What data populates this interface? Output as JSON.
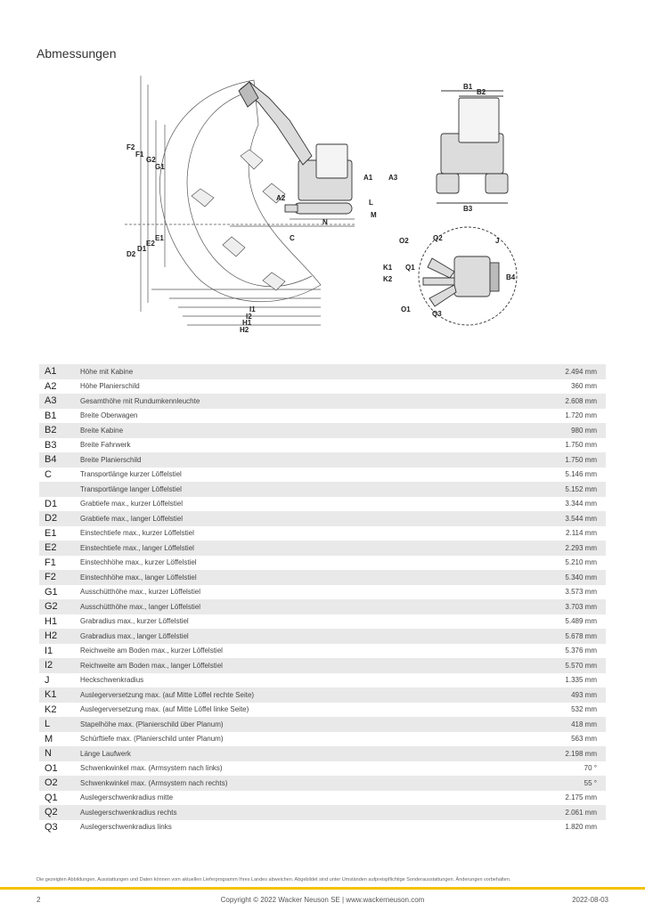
{
  "page_title": "Abmessungen",
  "diagram_labels": {
    "a1": "A1",
    "a2": "A2",
    "a3": "A3",
    "b1": "B1",
    "b2": "B2",
    "b3": "B3",
    "b4": "B4",
    "c": "C",
    "d1": "D1",
    "d2": "D2",
    "e1": "E1",
    "e2": "E2",
    "f1": "F1",
    "f2": "F2",
    "g1": "G1",
    "g2": "G2",
    "h1": "H1",
    "h2": "H2",
    "i1": "I1",
    "i2": "I2",
    "j": "J",
    "k1": "K1",
    "k2": "K2",
    "l": "L",
    "m": "M",
    "n": "N",
    "o1": "O1",
    "o2": "O2",
    "q1": "Q1",
    "q2": "Q2",
    "q3": "Q3"
  },
  "specs": [
    {
      "code": "A1",
      "label": "Höhe mit Kabine",
      "value": "2.494 mm"
    },
    {
      "code": "A2",
      "label": "Höhe Planierschild",
      "value": "360 mm"
    },
    {
      "code": "A3",
      "label": "Gesamthöhe mit Rundumkennleuchte",
      "value": "2.608 mm"
    },
    {
      "code": "B1",
      "label": "Breite Oberwagen",
      "value": "1.720 mm"
    },
    {
      "code": "B2",
      "label": "Breite Kabine",
      "value": "980 mm"
    },
    {
      "code": "B3",
      "label": "Breite Fahrwerk",
      "value": "1.750 mm"
    },
    {
      "code": "B4",
      "label": "Breite Planierschild",
      "value": "1.750 mm"
    },
    {
      "code": "C",
      "label": "Transportlänge kurzer Löffelstiel",
      "value": "5.146 mm"
    },
    {
      "code": "",
      "label": "Transportlänge langer Löffelstiel",
      "value": "5.152 mm"
    },
    {
      "code": "D1",
      "label": "Grabtiefe max., kurzer Löffelstiel",
      "value": "3.344 mm"
    },
    {
      "code": "D2",
      "label": "Grabtiefe max., langer Löffelstiel",
      "value": "3.544 mm"
    },
    {
      "code": "E1",
      "label": "Einstechtiefe max., kurzer Löffelstiel",
      "value": "2.114 mm"
    },
    {
      "code": "E2",
      "label": "Einstechtiefe max., langer Löffelstiel",
      "value": "2.293 mm"
    },
    {
      "code": "F1",
      "label": "Einstechhöhe max., kurzer Löffelstiel",
      "value": "5.210 mm"
    },
    {
      "code": "F2",
      "label": "Einstechhöhe max., langer Löffelstiel",
      "value": "5.340 mm"
    },
    {
      "code": "G1",
      "label": "Ausschütthöhe max., kurzer Löffelstiel",
      "value": "3.573 mm"
    },
    {
      "code": "G2",
      "label": "Ausschütthöhe max., langer Löffelstiel",
      "value": "3.703 mm"
    },
    {
      "code": "H1",
      "label": "Grabradius max., kurzer Löffelstiel",
      "value": "5.489 mm"
    },
    {
      "code": "H2",
      "label": "Grabradius max., langer Löffelstiel",
      "value": "5.678 mm"
    },
    {
      "code": "I1",
      "label": "Reichweite am Boden max., kurzer Löffelstiel",
      "value": "5.376 mm"
    },
    {
      "code": "I2",
      "label": "Reichweite am Boden max., langer Löffelstiel",
      "value": "5.570 mm"
    },
    {
      "code": "J",
      "label": "Heckschwenkradius",
      "value": "1.335 mm"
    },
    {
      "code": "K1",
      "label": "Auslegerversetzung max. (auf Mitte Löffel rechte Seite)",
      "value": "493 mm"
    },
    {
      "code": "K2",
      "label": "Auslegerversetzung max. (auf Mitte Löffel linke Seite)",
      "value": "532 mm"
    },
    {
      "code": "L",
      "label": "Stapelhöhe max. (Planierschild über Planum)",
      "value": "418 mm"
    },
    {
      "code": "M",
      "label": "Schürftiefe max. (Planierschild unter Planum)",
      "value": "563 mm"
    },
    {
      "code": "N",
      "label": "Länge Laufwerk",
      "value": "2.198 mm"
    },
    {
      "code": "O1",
      "label": "Schwenkwinkel max. (Armsystem nach links)",
      "value": "70 °"
    },
    {
      "code": "O2",
      "label": "Schwenkwinkel max. (Armsystem nach rechts)",
      "value": "55 °"
    },
    {
      "code": "Q1",
      "label": "Auslegerschwenkradius mitte",
      "value": "2.175 mm"
    },
    {
      "code": "Q2",
      "label": "Auslegerschwenkradius rechts",
      "value": "2.061 mm"
    },
    {
      "code": "Q3",
      "label": "Auslegerschwenkradius links",
      "value": "1.820 mm"
    }
  ],
  "disclaimer": "Die gezeigten Abbildungen, Ausstattungen und Daten können vom aktuellen Lieferprogramm Ihres Landes abweichen. Abgebildet sind unter Umständen aufpreispflichtige Sonderausstattungen. Änderungen vorbehalten.",
  "footer": {
    "page_number": "2",
    "copyright": "Copyright © 2022 Wacker Neuson SE | www.wackerneuson.com",
    "date": "2022-08-03"
  },
  "colors": {
    "accent_bar": "#f4c300",
    "row_shade": "#e9e9e9"
  }
}
